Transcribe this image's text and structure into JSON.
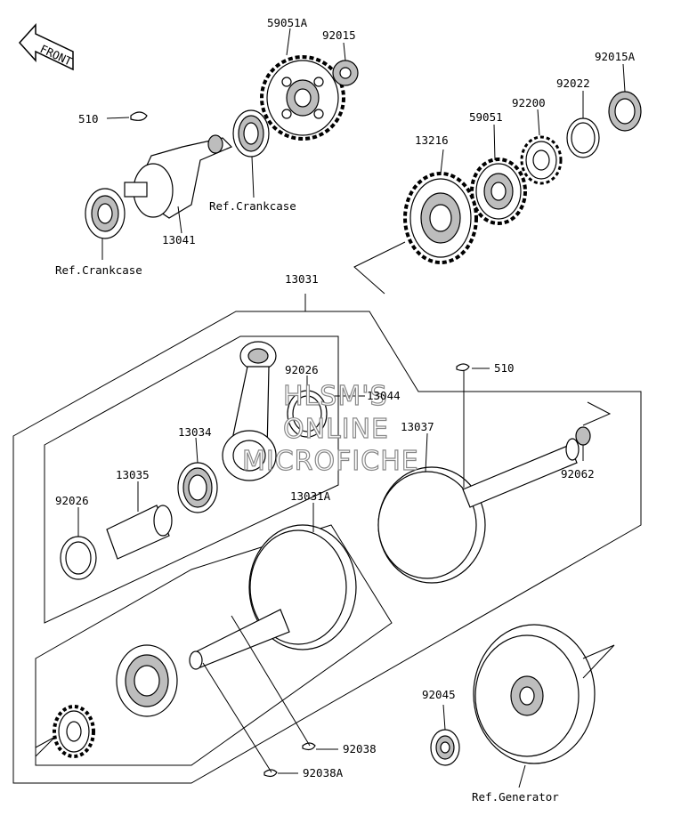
{
  "front_marker": "FRONT",
  "watermark": [
    "HLSM'S",
    "ONLINE",
    "MICROFICHE"
  ],
  "labels": {
    "p59051A": "59051A",
    "p92015": "92015",
    "p92015A": "92015A",
    "p510_top": "510",
    "p92022": "92022",
    "p92200": "92200",
    "p59051": "59051",
    "p13216": "13216",
    "ref_crankcase_1": "Ref.Crankcase",
    "p13041": "13041",
    "ref_crankcase_2": "Ref.Crankcase",
    "p13031": "13031",
    "p92026_top": "92026",
    "p13044": "13044",
    "p510_mid": "510",
    "p13034": "13034",
    "p13037": "13037",
    "p13035": "13035",
    "p92062": "92062",
    "p92026_left": "92026",
    "p13031A": "13031A",
    "p92045": "92045",
    "p92038": "92038",
    "p92038A": "92038A",
    "ref_generator": "Ref.Generator"
  }
}
